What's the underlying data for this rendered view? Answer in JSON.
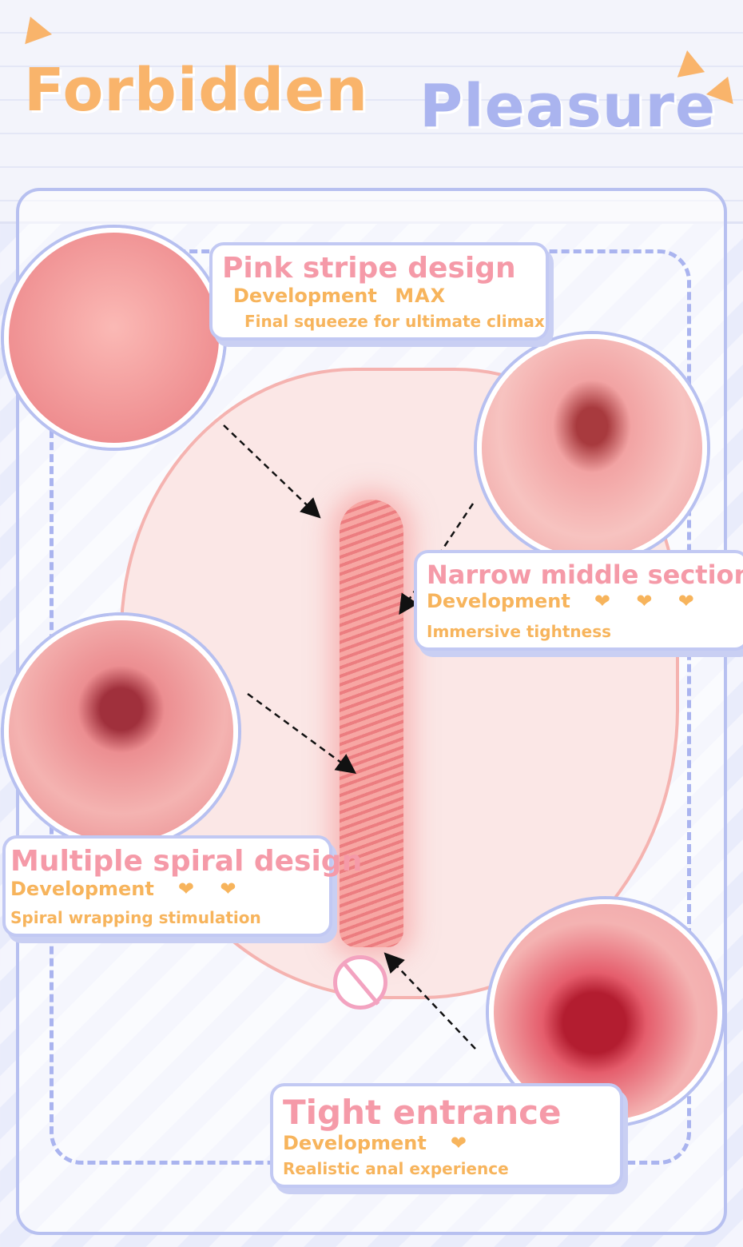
{
  "title": {
    "word1": "Forbidden",
    "word2": "Pleasure"
  },
  "callouts": [
    {
      "heading": "Pink stripe design",
      "development": "Development",
      "level": "MAX",
      "subtitle": "Final squeeze for ultimate climax"
    },
    {
      "heading": "Narrow middle section",
      "development": "Development",
      "level": "❤ ❤ ❤",
      "subtitle": "Immersive tightness"
    },
    {
      "heading": "Multiple spiral design",
      "development": "Development",
      "level": "❤ ❤",
      "subtitle": "Spiral wrapping stimulation"
    },
    {
      "heading": "Tight entrance",
      "development": "Development",
      "level": "❤",
      "subtitle": "Realistic anal experience"
    }
  ],
  "colors": {
    "orange": "#f9b46b",
    "lavender": "#aab4ef",
    "pink": "#f59aa8"
  }
}
